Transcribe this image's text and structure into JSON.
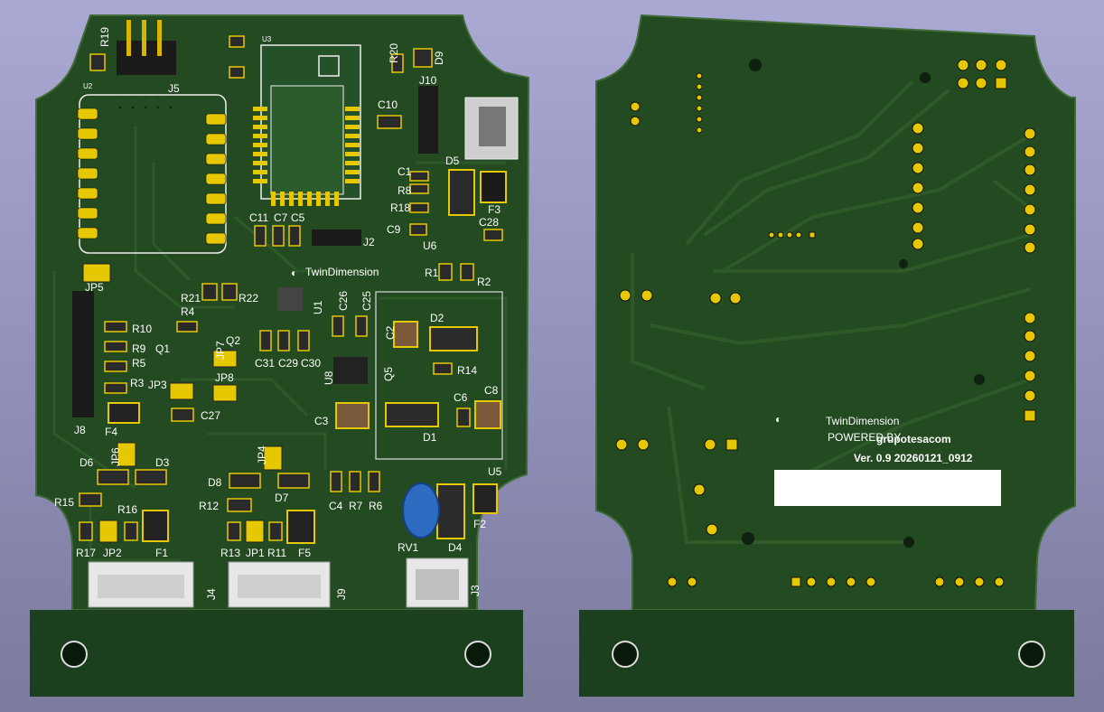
{
  "colors": {
    "background": "#a0a0cc",
    "pcb_green": "#234a21",
    "pcb_copper": "#2f5c2a",
    "pad_gold": "#e6c800",
    "silkscreen": "#ffffff",
    "mount_tab": "#1c3f1d"
  },
  "front": {
    "refs": [
      {
        "id": "R19",
        "text": "R19"
      },
      {
        "id": "J5",
        "text": "J5"
      },
      {
        "id": "U3",
        "text": "U3"
      },
      {
        "id": "R20",
        "text": "R20"
      },
      {
        "id": "D9",
        "text": "D9"
      },
      {
        "id": "J10",
        "text": "J10"
      },
      {
        "id": "U2",
        "text": "U2"
      },
      {
        "id": "C10",
        "text": "C10"
      },
      {
        "id": "C1",
        "text": "C1"
      },
      {
        "id": "D5",
        "text": "D5"
      },
      {
        "id": "R8",
        "text": "R8"
      },
      {
        "id": "R18",
        "text": "R18"
      },
      {
        "id": "F3",
        "text": "F3"
      },
      {
        "id": "C11",
        "text": "C11"
      },
      {
        "id": "C7",
        "text": "C7"
      },
      {
        "id": "C5",
        "text": "C5"
      },
      {
        "id": "C9",
        "text": "C9"
      },
      {
        "id": "C28",
        "text": "C28"
      },
      {
        "id": "J2",
        "text": "J2"
      },
      {
        "id": "U6",
        "text": "U6"
      },
      {
        "id": "JP5",
        "text": "JP5"
      },
      {
        "id": "R1",
        "text": "R1"
      },
      {
        "id": "R2",
        "text": "R2"
      },
      {
        "id": "R21",
        "text": "R21"
      },
      {
        "id": "R22",
        "text": "R22"
      },
      {
        "id": "U1",
        "text": "U1"
      },
      {
        "id": "C26",
        "text": "C26"
      },
      {
        "id": "C25",
        "text": "C25"
      },
      {
        "id": "R4",
        "text": "R4"
      },
      {
        "id": "R10",
        "text": "R10"
      },
      {
        "id": "Q2",
        "text": "Q2"
      },
      {
        "id": "Q1",
        "text": "Q1"
      },
      {
        "id": "R9",
        "text": "R9"
      },
      {
        "id": "R5",
        "text": "R5"
      },
      {
        "id": "C2",
        "text": "C2"
      },
      {
        "id": "D2",
        "text": "D2"
      },
      {
        "id": "JP7",
        "text": "JP7"
      },
      {
        "id": "C31",
        "text": "C31"
      },
      {
        "id": "C29",
        "text": "C29"
      },
      {
        "id": "C30",
        "text": "C30"
      },
      {
        "id": "R14",
        "text": "R14"
      },
      {
        "id": "R3",
        "text": "R3"
      },
      {
        "id": "JP8",
        "text": "JP8"
      },
      {
        "id": "JP3",
        "text": "JP3"
      },
      {
        "id": "U8",
        "text": "U8"
      },
      {
        "id": "Q5",
        "text": "Q5"
      },
      {
        "id": "C6",
        "text": "C6"
      },
      {
        "id": "C8",
        "text": "C8"
      },
      {
        "id": "C27",
        "text": "C27"
      },
      {
        "id": "C3",
        "text": "C3"
      },
      {
        "id": "J8",
        "text": "J8"
      },
      {
        "id": "F4",
        "text": "F4"
      },
      {
        "id": "D1",
        "text": "D1"
      },
      {
        "id": "JP6",
        "text": "JP6"
      },
      {
        "id": "JP4",
        "text": "JP4"
      },
      {
        "id": "D6",
        "text": "D6"
      },
      {
        "id": "D3",
        "text": "D3"
      },
      {
        "id": "D8",
        "text": "D8"
      },
      {
        "id": "U5",
        "text": "U5"
      },
      {
        "id": "C4",
        "text": "C4"
      },
      {
        "id": "R7",
        "text": "R7"
      },
      {
        "id": "R6",
        "text": "R6"
      },
      {
        "id": "R15",
        "text": "R15"
      },
      {
        "id": "D7",
        "text": "D7"
      },
      {
        "id": "R16",
        "text": "R16"
      },
      {
        "id": "R12",
        "text": "R12"
      },
      {
        "id": "F2",
        "text": "F2"
      },
      {
        "id": "R17",
        "text": "R17"
      },
      {
        "id": "JP2",
        "text": "JP2"
      },
      {
        "id": "F1",
        "text": "F1"
      },
      {
        "id": "R13",
        "text": "R13"
      },
      {
        "id": "JP1",
        "text": "JP1"
      },
      {
        "id": "R11",
        "text": "R11"
      },
      {
        "id": "F5",
        "text": "F5"
      },
      {
        "id": "RV1",
        "text": "RV1"
      },
      {
        "id": "D4",
        "text": "D4"
      },
      {
        "id": "J4",
        "text": "J4"
      },
      {
        "id": "J9",
        "text": "J9"
      },
      {
        "id": "J3",
        "text": "J3"
      }
    ],
    "logo": "TwinDimension"
  },
  "back": {
    "logo": "TwinDimension",
    "powered_by": "POWERED BY",
    "powered_brand": "grupotesacom",
    "version": "Ver. 0.9 20260121_0912"
  }
}
